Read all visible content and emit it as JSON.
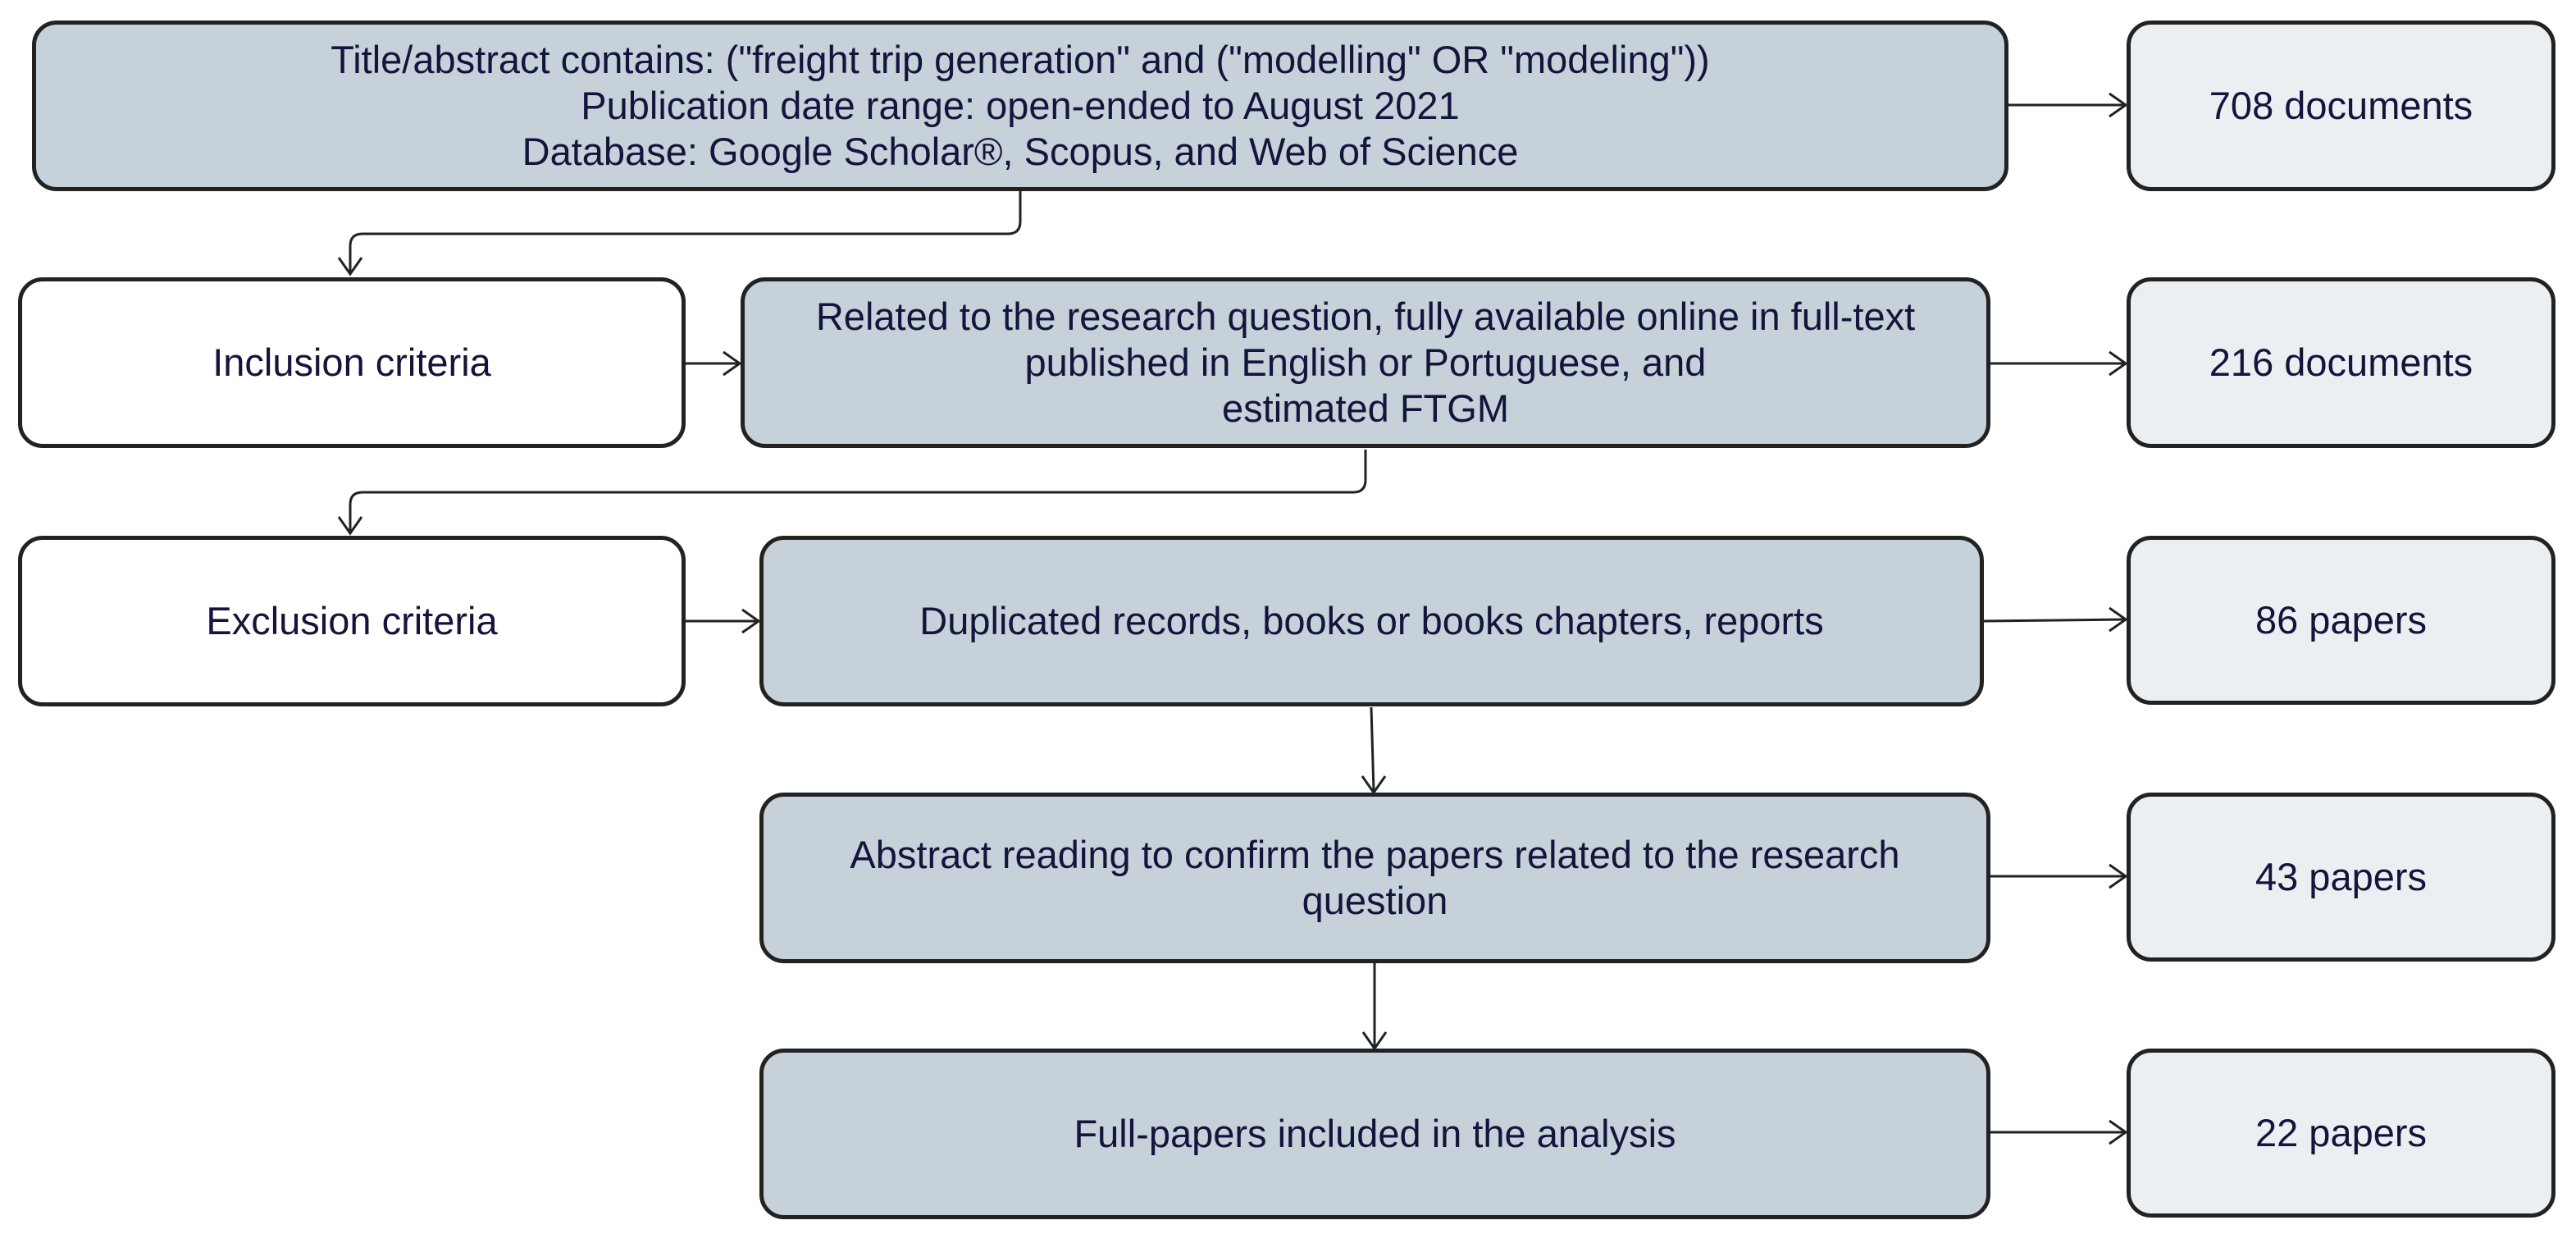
{
  "search": {
    "lines": [
      "Title/abstract contains: (\"freight trip generation\" and (\"modelling\" OR \"modeling\"))",
      "Publication date range: open-ended to August 2021",
      "Database: Google Scholar®, Scopus, and Web of Science"
    ],
    "result": "708 documents"
  },
  "inclusion": {
    "label": "Inclusion criteria",
    "lines": [
      "Related to the research question, fully available online in full-text",
      "published in English or Portuguese, and",
      "estimated FTGM"
    ],
    "result": "216 documents"
  },
  "exclusion": {
    "label": "Exclusion criteria",
    "text": "Duplicated records, books or books chapters, reports",
    "result": "86 papers"
  },
  "abstract_reading": {
    "lines": [
      "Abstract reading to confirm the papers related to the research",
      "question"
    ],
    "result": "43 papers"
  },
  "final": {
    "text": "Full-papers included in the analysis",
    "result": "22 papers"
  },
  "colors": {
    "step_fill": "#c7d1da",
    "result_fill": "#eceff2",
    "criteria_fill": "#ffffff",
    "border": "#222222",
    "text": "#14143c"
  }
}
